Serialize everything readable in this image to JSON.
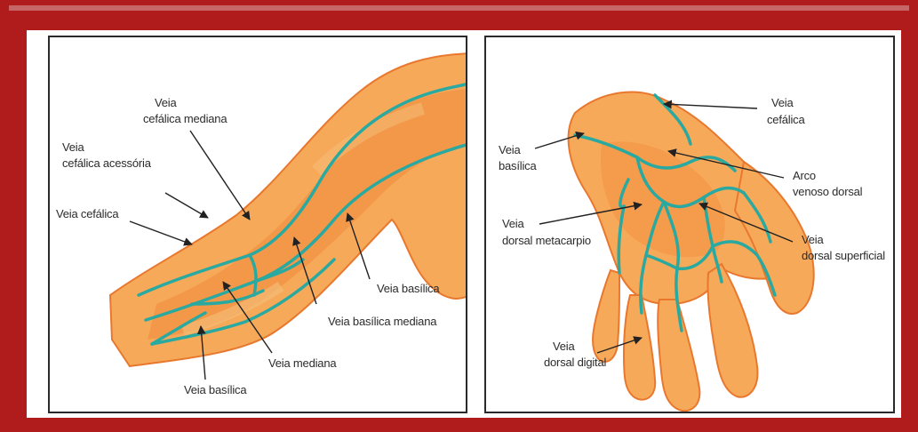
{
  "colors": {
    "frame": "#b01c1c",
    "skin": "#f7a95a",
    "skin_dark": "#e8782e",
    "vein": "#2aa9a0",
    "label": "#2b2b2b"
  },
  "arm": {
    "labels": {
      "cefalica_mediana_1": "Veia",
      "cefalica_mediana_2": "cefálica mediana",
      "cefalica_acessoria_1": "Veia",
      "cefalica_acessoria_2": "cefálica acessória",
      "cefalica": "Veia cefálica",
      "basilica_upper": "Veia basílica",
      "basilica_mediana": "Veia basílica mediana",
      "mediana": "Veia mediana",
      "basilica_lower": "Veia basílica"
    }
  },
  "hand": {
    "labels": {
      "cefalica_1": "Veia",
      "cefalica_2": "cefálica",
      "basilica_1": "Veia",
      "basilica_2": "basílica",
      "arco_1": "Arco",
      "arco_2": "venoso dorsal",
      "dorsal_meta_1": "Veia",
      "dorsal_meta_2": "dorsal metacarpio",
      "dorsal_sup_1": "Veia",
      "dorsal_sup_2": "dorsal superficial",
      "dorsal_dig_1": "Veia",
      "dorsal_dig_2": "dorsal digital"
    }
  }
}
